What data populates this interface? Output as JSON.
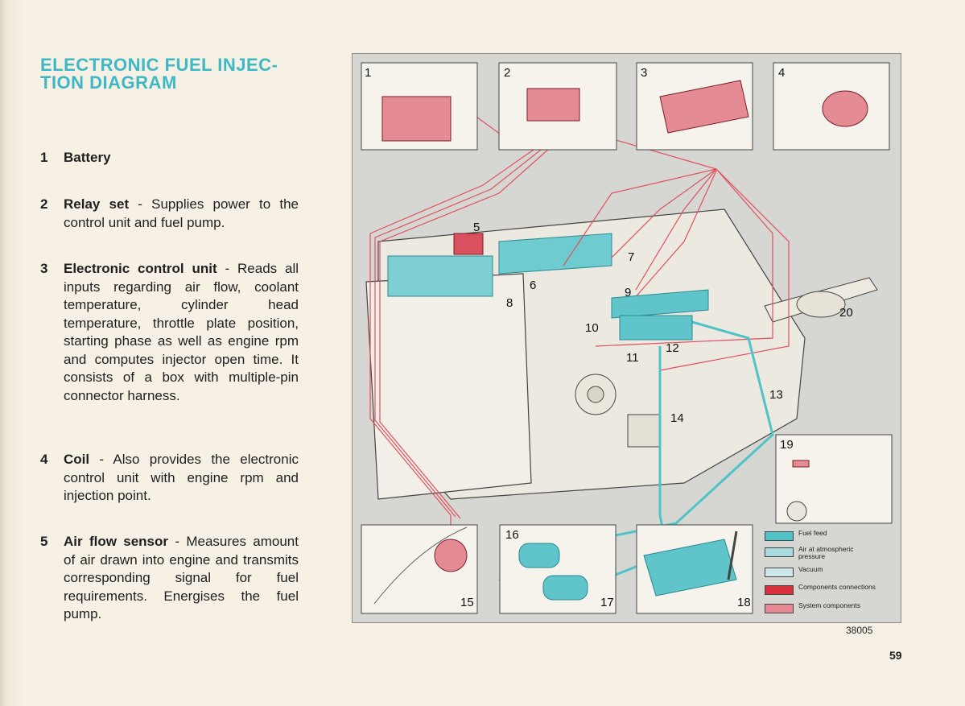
{
  "title": {
    "line1": "ELECTRONIC FUEL INJEC-",
    "line2": "TION DIAGRAM"
  },
  "items": [
    {
      "num": "1",
      "name": "Battery",
      "desc": ""
    },
    {
      "num": "2",
      "name": "Relay set",
      "desc": " - Supplies power to the control unit and fuel pump."
    },
    {
      "num": "3",
      "name": "Electronic control unit",
      "desc": " - Reads all inputs regarding air flow, coolant temperature, cylinder head temperature, throttle plate position, starting phase as well as engine rpm and computes injector open time. It consists of a box with multiple-pin connector harness."
    },
    {
      "num": "4",
      "name": "Coil",
      "desc": " - Also provides the electronic control unit with engine rpm and injection point."
    },
    {
      "num": "5",
      "name": "Air flow sensor",
      "desc": " - Measures amount of air drawn into engine and transmits corresponding signal for fuel requirements. Energises the fuel pump."
    }
  ],
  "diagram_labels": [
    "1",
    "2",
    "3",
    "4",
    "5",
    "6",
    "7",
    "8",
    "9",
    "10",
    "11",
    "12",
    "13",
    "14",
    "15",
    "16",
    "17",
    "18",
    "19",
    "20"
  ],
  "legend": [
    {
      "label": "Fuel feed",
      "color": "#4fc3c8"
    },
    {
      "label": "Air at atmospheric pressure",
      "color": "#a9dcdf"
    },
    {
      "label": "Vacuum",
      "color": "#cde6ea"
    },
    {
      "label": "Components connections",
      "color": "#d9303d"
    },
    {
      "label": "System components",
      "color": "#e88a94"
    }
  ],
  "figure_code": "38005",
  "page_number": "59",
  "colors": {
    "title": "#3fb8c6",
    "wire": "#e0505e",
    "fuel": "#4fc3c8"
  }
}
